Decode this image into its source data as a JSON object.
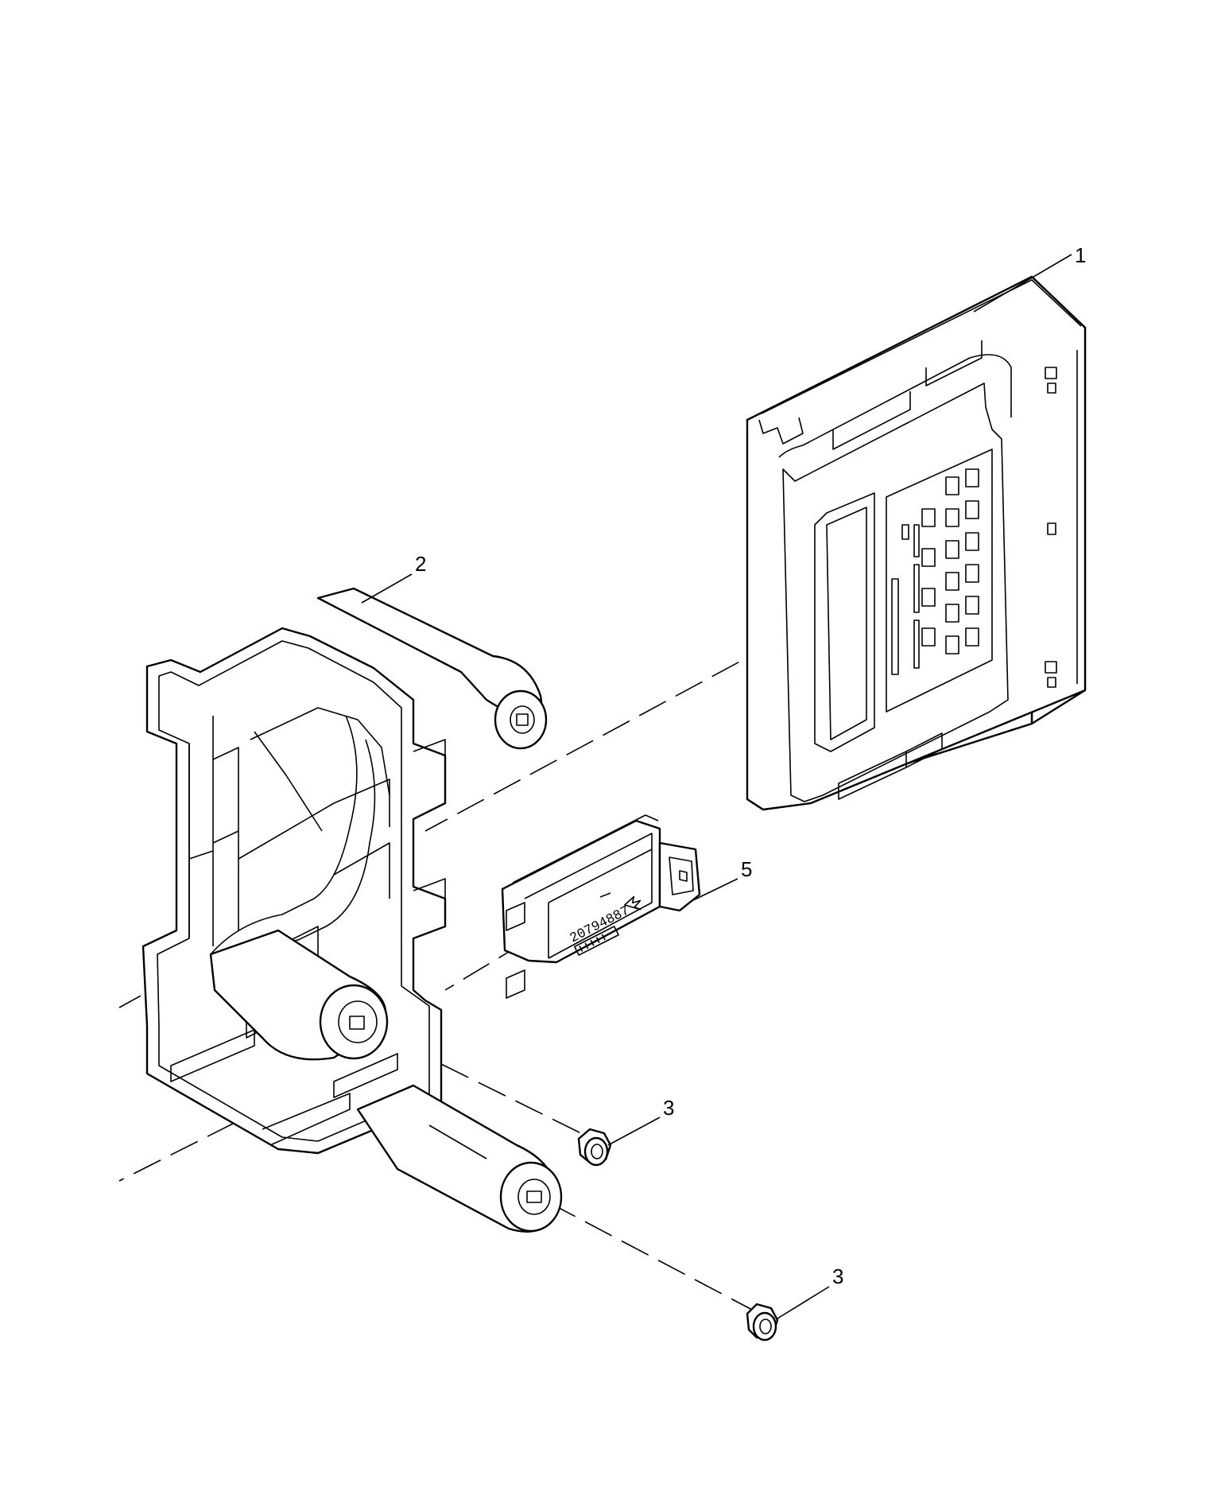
{
  "callouts": {
    "c1": "1",
    "c2": "2",
    "c3a": "3",
    "c3b": "3",
    "c5": "5"
  },
  "module_label": {
    "part_number": "20794887"
  }
}
